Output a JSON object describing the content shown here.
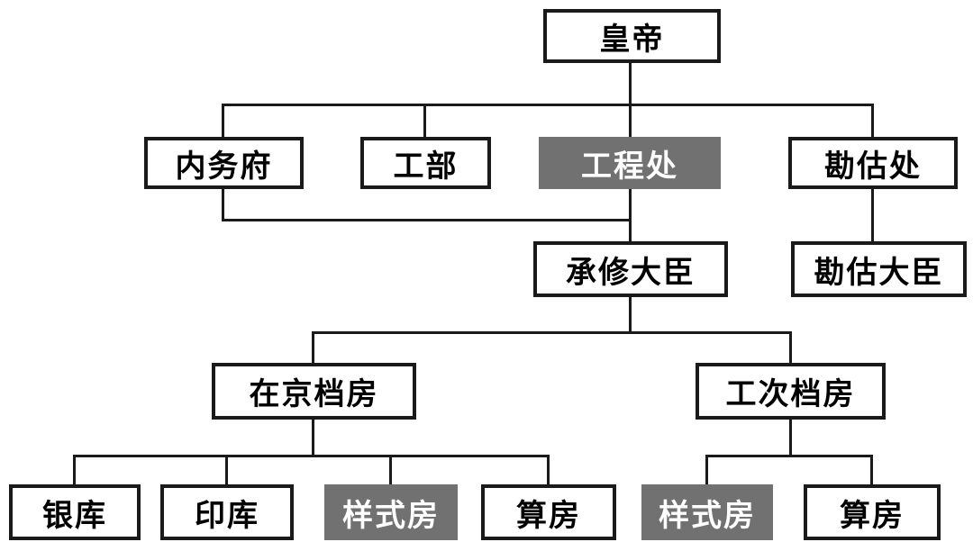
{
  "diagram": {
    "type": "org-chart",
    "description": "Hierarchy chart of Qing imperial construction administration",
    "colors": {
      "background": "#ffffff",
      "box_fill": "#ffffff",
      "box_border": "#1a1a1a",
      "line": "#1a1a1a",
      "text": "#000000",
      "highlight_fill": "#717171",
      "highlight_text": "#ffffff"
    },
    "nodes": [
      {
        "id": "emperor",
        "label": "皇帝",
        "highlighted": false,
        "level": 1
      },
      {
        "id": "imperial-household-dept",
        "label": "内务府",
        "highlighted": false,
        "level": 2
      },
      {
        "id": "ministry-of-works",
        "label": "工部",
        "highlighted": false,
        "level": 2
      },
      {
        "id": "engineering-office",
        "label": "工程处",
        "highlighted": true,
        "level": 2
      },
      {
        "id": "estimation-office",
        "label": "勘估处",
        "highlighted": false,
        "level": 2
      },
      {
        "id": "construction-minister",
        "label": "承修大臣",
        "highlighted": false,
        "level": 3
      },
      {
        "id": "estimation-minister",
        "label": "勘估大臣",
        "highlighted": false,
        "level": 3
      },
      {
        "id": "capital-archives",
        "label": "在京档房",
        "highlighted": false,
        "level": 4
      },
      {
        "id": "worksite-archives",
        "label": "工次档房",
        "highlighted": false,
        "level": 4
      },
      {
        "id": "silver-vault",
        "label": "银库",
        "highlighted": false,
        "level": 5
      },
      {
        "id": "seal-vault",
        "label": "印库",
        "highlighted": false,
        "level": 5
      },
      {
        "id": "style-house-capital",
        "label": "样式房",
        "highlighted": true,
        "level": 5
      },
      {
        "id": "accounting-house-capital",
        "label": "算房",
        "highlighted": false,
        "level": 5
      },
      {
        "id": "style-house-worksite",
        "label": "样式房",
        "highlighted": true,
        "level": 5
      },
      {
        "id": "accounting-house-worksite",
        "label": "算房",
        "highlighted": false,
        "level": 5
      }
    ],
    "edges": [
      [
        "emperor",
        "imperial-household-dept"
      ],
      [
        "emperor",
        "ministry-of-works"
      ],
      [
        "emperor",
        "engineering-office"
      ],
      [
        "emperor",
        "estimation-office"
      ],
      [
        "imperial-household-dept",
        "construction-minister"
      ],
      [
        "engineering-office",
        "construction-minister"
      ],
      [
        "estimation-office",
        "estimation-minister"
      ],
      [
        "construction-minister",
        "capital-archives"
      ],
      [
        "construction-minister",
        "worksite-archives"
      ],
      [
        "capital-archives",
        "silver-vault"
      ],
      [
        "capital-archives",
        "seal-vault"
      ],
      [
        "capital-archives",
        "style-house-capital"
      ],
      [
        "capital-archives",
        "accounting-house-capital"
      ],
      [
        "worksite-archives",
        "style-house-worksite"
      ],
      [
        "worksite-archives",
        "accounting-house-worksite"
      ]
    ]
  }
}
